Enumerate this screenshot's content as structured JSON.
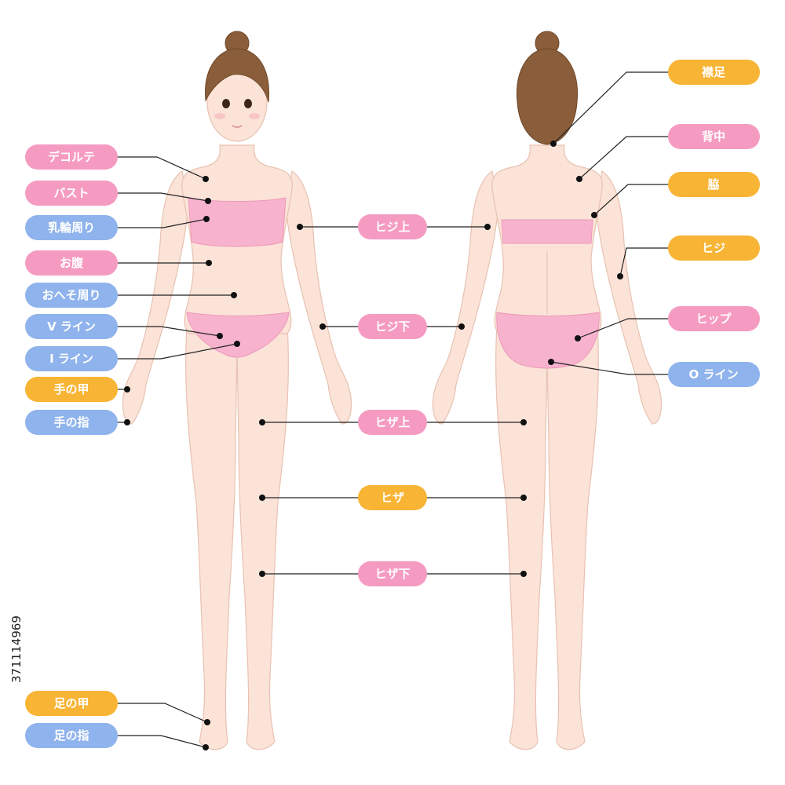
{
  "colors": {
    "pink": "#f59bc2",
    "blue": "#8fb3ec",
    "orange": "#f8b434",
    "skin": "#fbe3d8",
    "bikini": "#f7b3cd",
    "hair": "#8a5e3a"
  },
  "stock_id": "371114969",
  "labels": [
    {
      "id": "decollete",
      "text": "デコルテ",
      "color": "pink"
    },
    {
      "id": "bust",
      "text": "バスト",
      "color": "pink"
    },
    {
      "id": "areola",
      "text": "乳輪周り",
      "color": "blue"
    },
    {
      "id": "belly",
      "text": "お腹",
      "color": "pink"
    },
    {
      "id": "navel",
      "text": "おへそ周り",
      "color": "blue"
    },
    {
      "id": "v-line",
      "text": "V ライン",
      "color": "blue"
    },
    {
      "id": "i-line",
      "text": "I ライン",
      "color": "blue"
    },
    {
      "id": "back-of-hand",
      "text": "手の甲",
      "color": "orange"
    },
    {
      "id": "fingers",
      "text": "手の指",
      "color": "blue"
    },
    {
      "id": "instep",
      "text": "足の甲",
      "color": "orange"
    },
    {
      "id": "toes",
      "text": "足の指",
      "color": "blue"
    },
    {
      "id": "upper-arm",
      "text": "ヒジ上",
      "color": "pink"
    },
    {
      "id": "forearm",
      "text": "ヒジ下",
      "color": "pink"
    },
    {
      "id": "thigh",
      "text": "ヒザ上",
      "color": "pink"
    },
    {
      "id": "knee",
      "text": "ヒザ",
      "color": "orange"
    },
    {
      "id": "lower-leg",
      "text": "ヒザ下",
      "color": "pink"
    },
    {
      "id": "nape",
      "text": "襟足",
      "color": "orange"
    },
    {
      "id": "back",
      "text": "背中",
      "color": "pink"
    },
    {
      "id": "underarm",
      "text": "脇",
      "color": "orange"
    },
    {
      "id": "elbow",
      "text": "ヒジ",
      "color": "orange"
    },
    {
      "id": "hip",
      "text": "ヒップ",
      "color": "pink"
    },
    {
      "id": "o-line",
      "text": "O ライン",
      "color": "blue"
    }
  ]
}
